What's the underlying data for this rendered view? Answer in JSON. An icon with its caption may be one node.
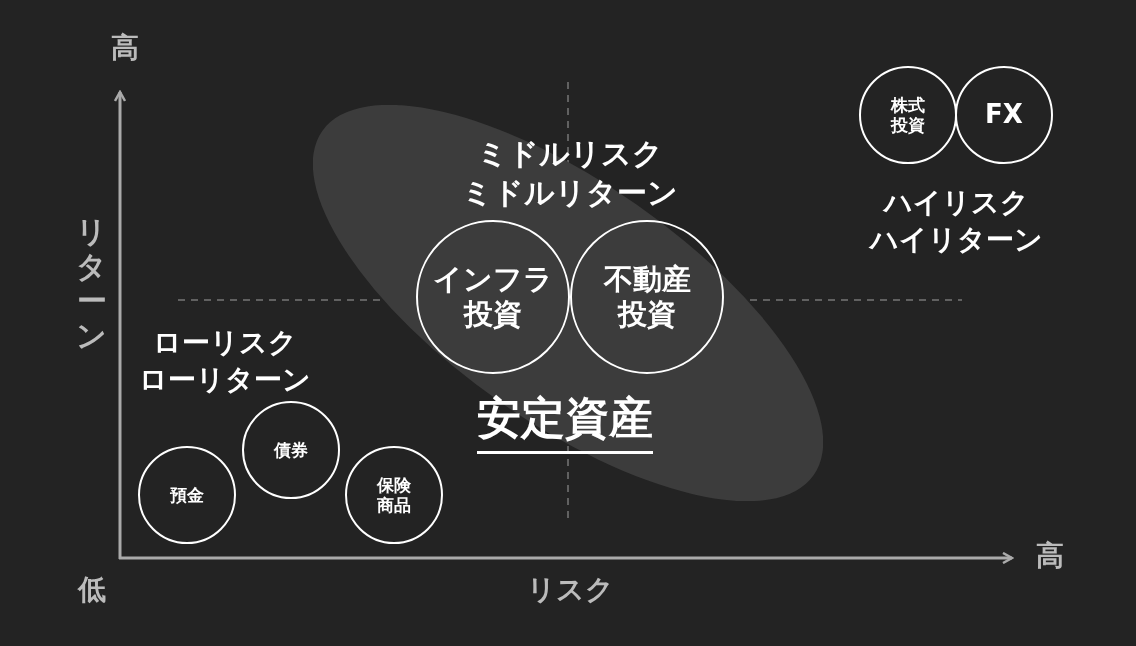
{
  "diagram": {
    "nodes": [
      {
        "text": [
          "株式投資"
        ]
      },
      {
        "text": [
          "FX"
        ]
      },
      {
        "text": [
          "ミドルリスクミドルリターン",
          "安定資産"
        ]
      },
      {
        "text": [
          "インフラ投資"
        ],
        "in": 2
      },
      {
        "text": [
          "不動産投資"
        ],
        "in": 2
      },
      {
        "text": [
          "債券"
        ]
      },
      {
        "text": [
          "預金"
        ]
      },
      {
        "text": [
          "保険商品"
        ]
      }
    ],
    "labels": [
      "高",
      "ハイリスクハイリターン",
      "リターン",
      "ローリスクローリターン",
      "低",
      "リスク",
      "高"
    ]
  }
}
